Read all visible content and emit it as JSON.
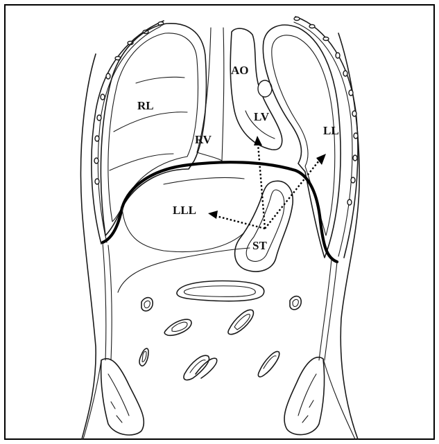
{
  "figure": {
    "labels": {
      "ao": "AO",
      "rl": "RL",
      "lv": "LV",
      "ll": "LL",
      "rv": "RV",
      "lll": "LLL",
      "st": "ST"
    }
  }
}
